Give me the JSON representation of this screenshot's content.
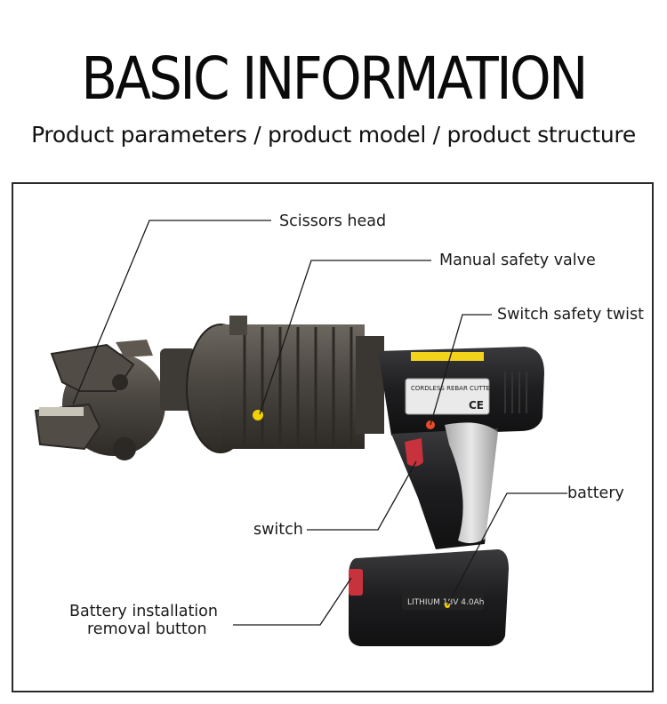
{
  "header": {
    "title": "BASIC INFORMATION",
    "subtitle": "Product parameters / product model / product structure"
  },
  "callouts": {
    "scissors_head": "Scissors head",
    "manual_safety_valve": "Manual safety valve",
    "switch_safety_twist": "Switch safety twist",
    "battery": "battery",
    "switch": "switch",
    "battery_button_line1": "Battery installation",
    "battery_button_line2": "removal button"
  },
  "product_plate": {
    "line1": "CORDLESS REBAR CUTTER",
    "ce_mark": "CE"
  },
  "battery_text": "LITHIUM 18V 4.0Ah",
  "colors": {
    "body_dark": "#1d1d1f",
    "metal": "#4a4640",
    "grip_light": "#d9d9d9",
    "trigger_red": "#c8323c",
    "warning_yellow": "#f2d21a",
    "indicator_dot": "#f2d000"
  }
}
